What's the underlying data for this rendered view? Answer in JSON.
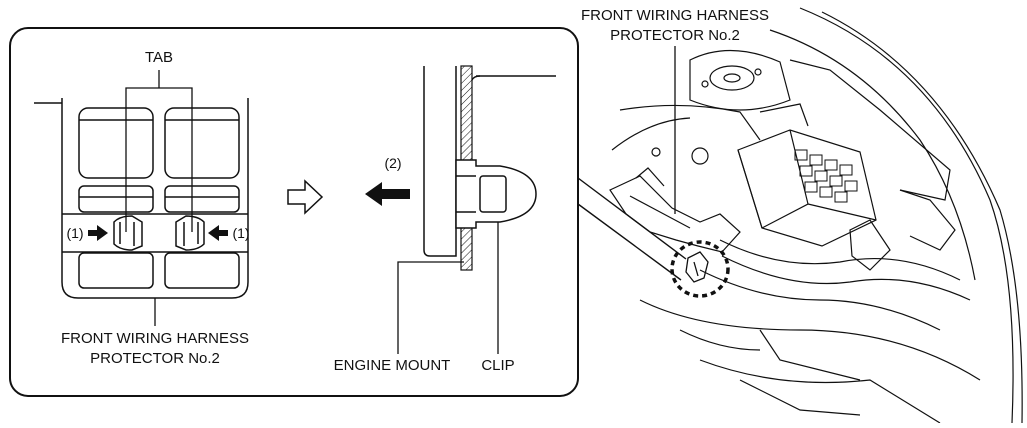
{
  "labels": {
    "tab": "TAB",
    "protector_top_line1": "FRONT WIRING HARNESS",
    "protector_top_line2": "PROTECTOR No.2",
    "protector_bottom_line1": "FRONT WIRING HARNESS",
    "protector_bottom_line2": "PROTECTOR No.2",
    "engine_mount": "ENGINE MOUNT",
    "clip": "CLIP",
    "step1_left": "(1)",
    "step1_right": "(1)",
    "step2": "(2)"
  }
}
